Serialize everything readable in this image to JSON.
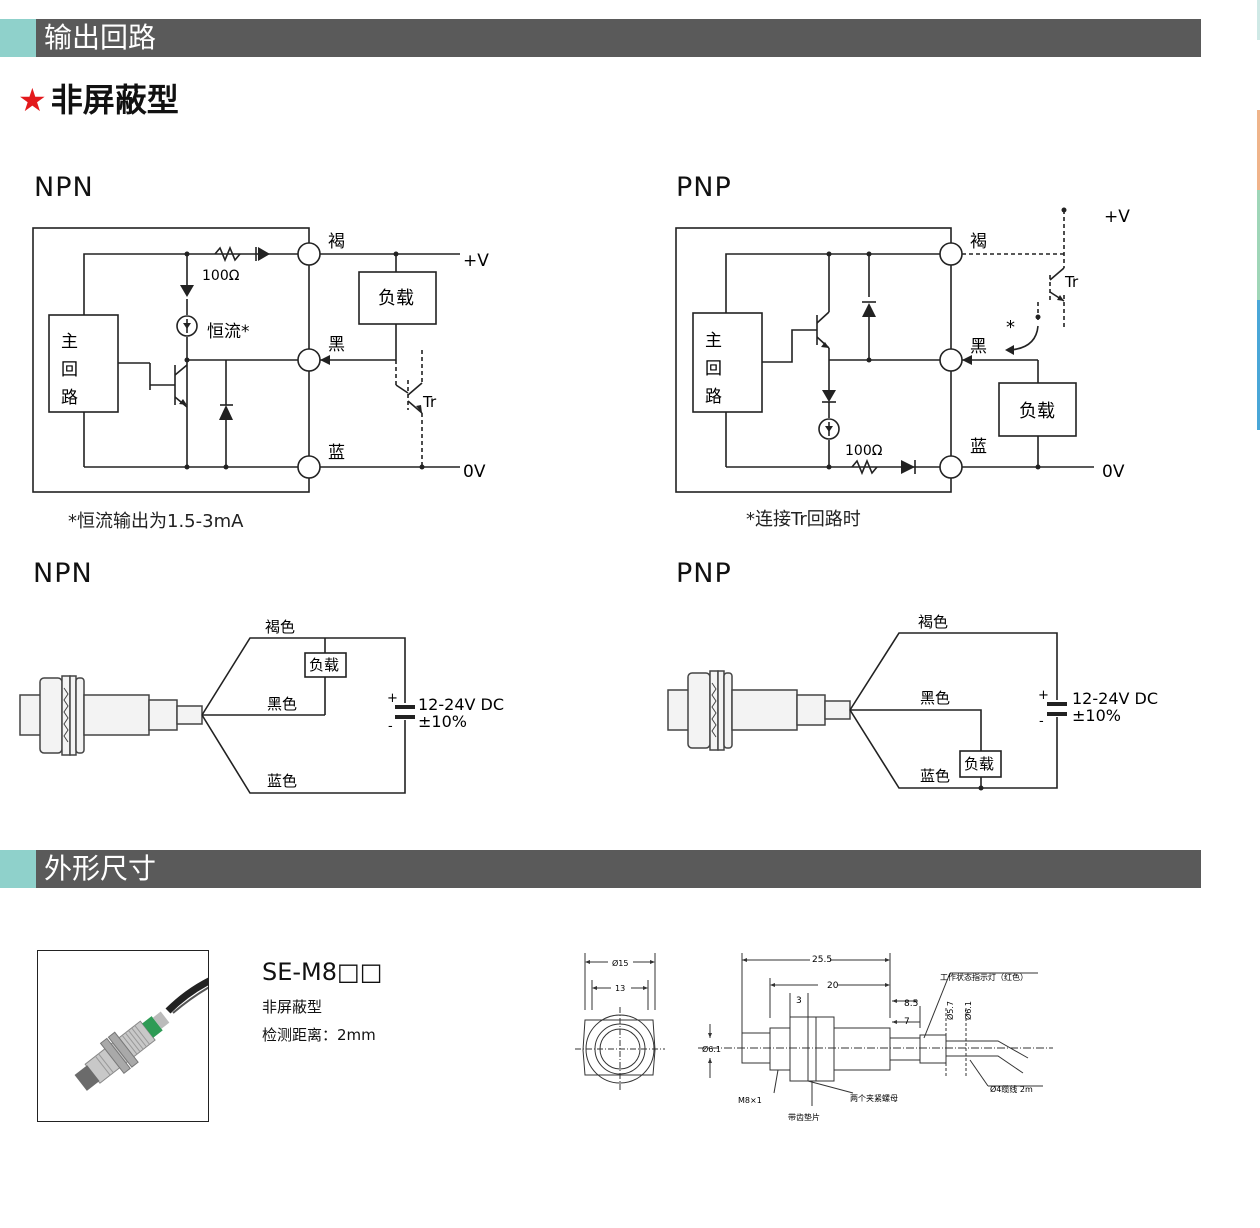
{
  "sections": {
    "output_circuit": "输出回路",
    "dimensions": "外形尺寸"
  },
  "subtitle": {
    "star": "★",
    "text": "非屏蔽型"
  },
  "npn_circuit": {
    "label": "NPN",
    "main_circuit": [
      "主",
      "回",
      "路"
    ],
    "resistor": "100Ω",
    "const_current": "恒流*",
    "load": "负载",
    "brown": "褐",
    "black": "黑",
    "blue": "蓝",
    "vplus": "+V",
    "zero": "0V",
    "tr": "Tr",
    "note": "*恒流输出为1.5-3mA"
  },
  "pnp_circuit": {
    "label": "PNP",
    "main_circuit": [
      "主",
      "回",
      "路"
    ],
    "resistor": "100Ω",
    "load": "负载",
    "brown": "褐",
    "black": "黑",
    "blue": "蓝",
    "vplus": "+V",
    "zero": "0V",
    "tr": "Tr",
    "star": "*",
    "note": "*连接Tr回路时"
  },
  "npn_wiring": {
    "label": "NPN",
    "brown": "褐色",
    "black": "黑色",
    "blue": "蓝色",
    "load": "负载",
    "voltage": "12-24V DC",
    "tolerance": "±10%",
    "plus": "+",
    "minus": "-"
  },
  "pnp_wiring": {
    "label": "PNP",
    "brown": "褐色",
    "black": "黑色",
    "blue": "蓝色",
    "load": "负载",
    "voltage": "12-24V DC",
    "tolerance": "±10%",
    "plus": "+",
    "minus": "-"
  },
  "product": {
    "model": "SE-M8□□",
    "type": "非屏蔽型",
    "range": "检测距离：2mm"
  },
  "drawing": {
    "d15": "Ø15",
    "d13": "13",
    "len255": "25.5",
    "len20": "20",
    "len3": "3",
    "len85": "8.5",
    "len7": "7",
    "d57": "Ø5.7",
    "d61v": "Ø6.1",
    "d61h": "Ø6.1",
    "indicator": "工作状态指示灯（红色）",
    "thread": "M8×1",
    "washer": "带齿垫片",
    "nuts": "两个夹紧螺母",
    "cable": "Ø4缆线 2m"
  },
  "colors": {
    "accent": "#8fd1cb",
    "bar": "#5a5a5a",
    "star": "#e3191c",
    "rail": [
      "#8fd1cb",
      "#e8a87c",
      "#7fc6a4",
      "#2e9bd1"
    ]
  }
}
